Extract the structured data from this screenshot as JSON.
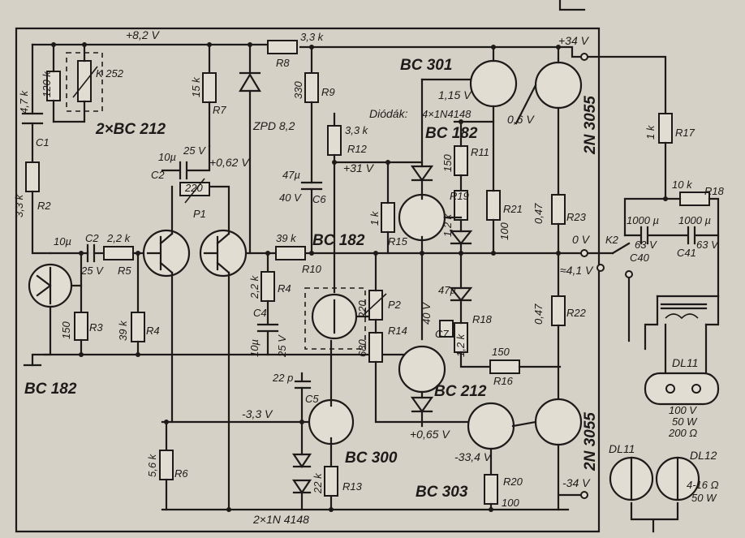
{
  "supply": {
    "v82": "+8,2 V",
    "v34": "+34 V",
    "vm34": "-34 V",
    "v0": "0 V",
    "v41": "≈4,1 V",
    "v31": "+31 V",
    "v062": "+0,62 V",
    "vm33": "-3,3 V",
    "v065": "+0,65 V",
    "vm334": "-33,4 V",
    "v115": "1,15 V",
    "v06": "0,6 V"
  },
  "transistors": {
    "t_bc182_in": "BC 182",
    "t_2xbc212": "2×BC 212",
    "t_bc182_mid": "BC 182",
    "t_bc301": "BC 301",
    "t_bc182_top": "BC 182",
    "t_bc212": "BC 212",
    "t_bc300": "BC 300",
    "t_bc303": "BC 303",
    "t_2n3055_top": "2N 3055",
    "t_2n3055_bot": "2N 3055"
  },
  "components": {
    "r1": {
      "value": "120 k"
    },
    "r2": {
      "value": "3,3 k",
      "name": "R2"
    },
    "r3": {
      "value": "150",
      "name": "R3"
    },
    "r4a": {
      "value": "39 k",
      "name": "R4"
    },
    "r5": {
      "value": "2,2 k",
      "name": "R5"
    },
    "r6": {
      "value": "5,6 k",
      "name": "R6"
    },
    "r7": {
      "value": "15 k",
      "name": "R7"
    },
    "r8": {
      "value": "3,3 k",
      "name": "R8"
    },
    "r9": {
      "value": "330",
      "name": "R9"
    },
    "r10": {
      "value": "39 k",
      "name": "R10"
    },
    "r4b": {
      "value": "2,2 k",
      "name": "R4"
    },
    "r12": {
      "value": "3,3 k",
      "name": "R12"
    },
    "r13": {
      "value": "22 k",
      "name": "R13"
    },
    "r14": {
      "value": "680",
      "name": "R14"
    },
    "r15": {
      "value": "1 k",
      "name": "R15"
    },
    "r11": {
      "value": "150",
      "name": "R11"
    },
    "r19": {
      "value": "1,2 k",
      "name": "R19"
    },
    "r21": {
      "value": "100",
      "name": "R21"
    },
    "r18": {
      "value": "1,2 k",
      "name": "R18"
    },
    "r16": {
      "value": "150",
      "name": "R16"
    },
    "r20": {
      "value": "100",
      "name": "R20"
    },
    "r23": {
      "value": "0,47",
      "name": "R23"
    },
    "r22": {
      "value": "0,47",
      "name": "R22"
    },
    "r17": {
      "value": "1 k",
      "name": "R17"
    },
    "r18b": {
      "value": "10 k",
      "name": "R18"
    },
    "c1": {
      "value": "4,7 k",
      "name": "C1"
    },
    "c2a": {
      "value1": "10µ",
      "value2": "25 V",
      "name": "C2"
    },
    "c2b": {
      "value1": "10µ",
      "value2": "25 V",
      "name": "C2"
    },
    "c4": {
      "value1": "10µ",
      "value2": "25 V",
      "name": "C4"
    },
    "c5": {
      "value": "22 p",
      "name": "C5"
    },
    "c6": {
      "value1": "47µ",
      "value2": "40 V",
      "name": "C6"
    },
    "c7": {
      "value1": "47µ",
      "value2": "40 V",
      "name": "C7"
    },
    "c40": {
      "value1": "1000 µ",
      "value2": "63 V",
      "name": "C40"
    },
    "c41": {
      "value1": "1000 µ",
      "value2": "63 V",
      "name": "C41"
    },
    "k252": {
      "value": "K 252"
    },
    "p1": {
      "value": "220",
      "name": "P1"
    },
    "p2": {
      "value": "220",
      "name": "P2"
    },
    "zpd": {
      "value": "ZPD 8,2"
    },
    "k2": {
      "name": "K2"
    }
  },
  "notes": {
    "diodes": "Diódák:",
    "diodes_type": "4×1N4148",
    "diodes_bottom": "2×1N 4148"
  },
  "speaker": {
    "dl11": "DL11",
    "dl11b": "DL11",
    "dl12": "DL12",
    "spec1": "100 V",
    "spec2": "50 W",
    "spec3": "200 Ω",
    "spec4": "4-16 Ω",
    "spec5": "50 W"
  }
}
